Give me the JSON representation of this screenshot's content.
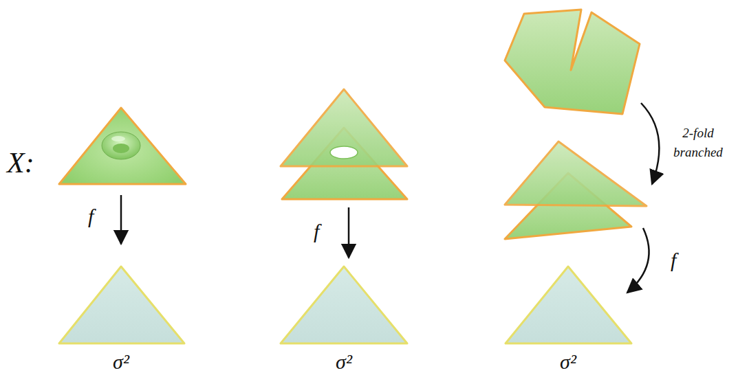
{
  "diagram": {
    "labels": [
      "X:",
      "f",
      "f",
      "2-fold branched",
      "f",
      "σ²",
      "σ²",
      "σ²"
    ]
  }
}
